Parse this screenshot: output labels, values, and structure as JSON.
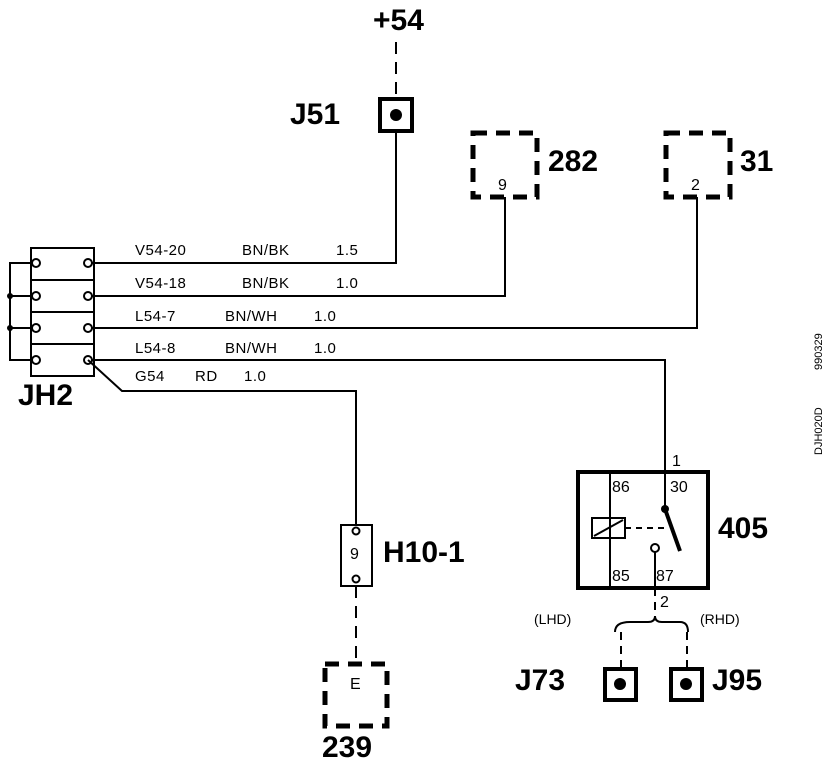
{
  "supply": "+54",
  "connectors": {
    "j51": "J51",
    "c282": "282",
    "c282_pin": "9",
    "c31": "31",
    "c31_pin": "2",
    "jh2": "JH2",
    "h10": "H10-1",
    "h10_pin": "9",
    "c239": "239",
    "c239_pin": "E",
    "j73": "J73",
    "j95": "J95"
  },
  "wires": [
    {
      "id": "V54-20",
      "color": "BN/BK",
      "size": "1.5"
    },
    {
      "id": "V54-18",
      "color": "BN/BK",
      "size": "1.0"
    },
    {
      "id": "L54-7",
      "color": "BN/WH",
      "size": "1.0"
    },
    {
      "id": "L54-8",
      "color": "BN/WH",
      "size": "1.0"
    },
    {
      "id": "G54",
      "color": "RD",
      "size": "1.0"
    }
  ],
  "relay": {
    "label": "405",
    "pin_86": "86",
    "pin_30": "30",
    "pin_85": "85",
    "pin_87": "87",
    "in_pin": "1",
    "out_pin": "2"
  },
  "variants": {
    "lhd": "(LHD)",
    "rhd": "(RHD)"
  },
  "side_codes": {
    "ref": "DJH020D",
    "date": "990329"
  }
}
